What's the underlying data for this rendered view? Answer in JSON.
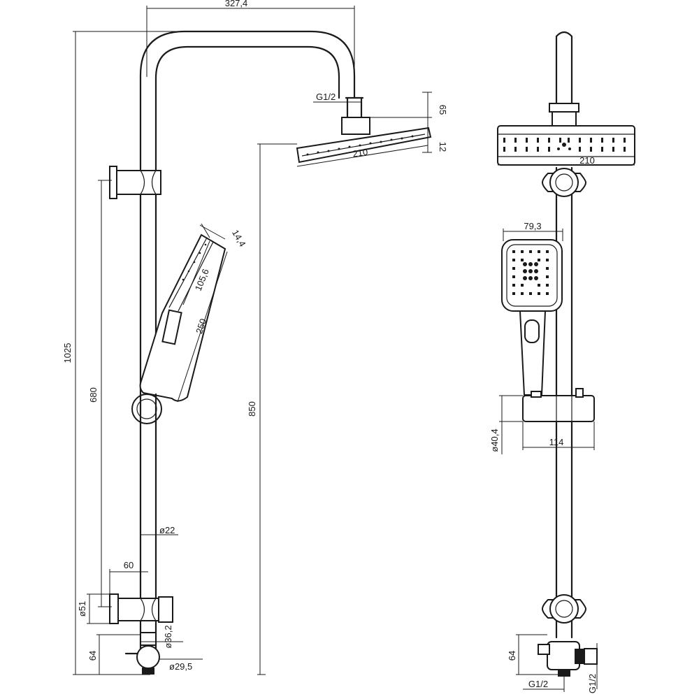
{
  "dimensions": {
    "top_reach": "327,4",
    "total_height": "1025",
    "bracket_spacing": "680",
    "head_height_label": "850",
    "inlet_thread_side": "G1/2",
    "head_thickness_65": "65",
    "head_thickness_12": "12",
    "head_width_side": "210",
    "handset_width_14": "14,4",
    "handset_face": "105,6",
    "handset_length": "250",
    "pipe_diameter": "ø22",
    "wall_offset": "60",
    "wall_bracket_dia": "ø51",
    "mixer_dia": "ø36,2",
    "valve_dia": "ø29,5",
    "valve_height_left": "64",
    "head_width_front": "210",
    "handset_width_front": "79,3",
    "slider_dia": "ø40,4",
    "slider_depth": "114",
    "valve_height_right": "64",
    "thread_bottom_1": "G1/2",
    "thread_bottom_2": "G1/2"
  }
}
